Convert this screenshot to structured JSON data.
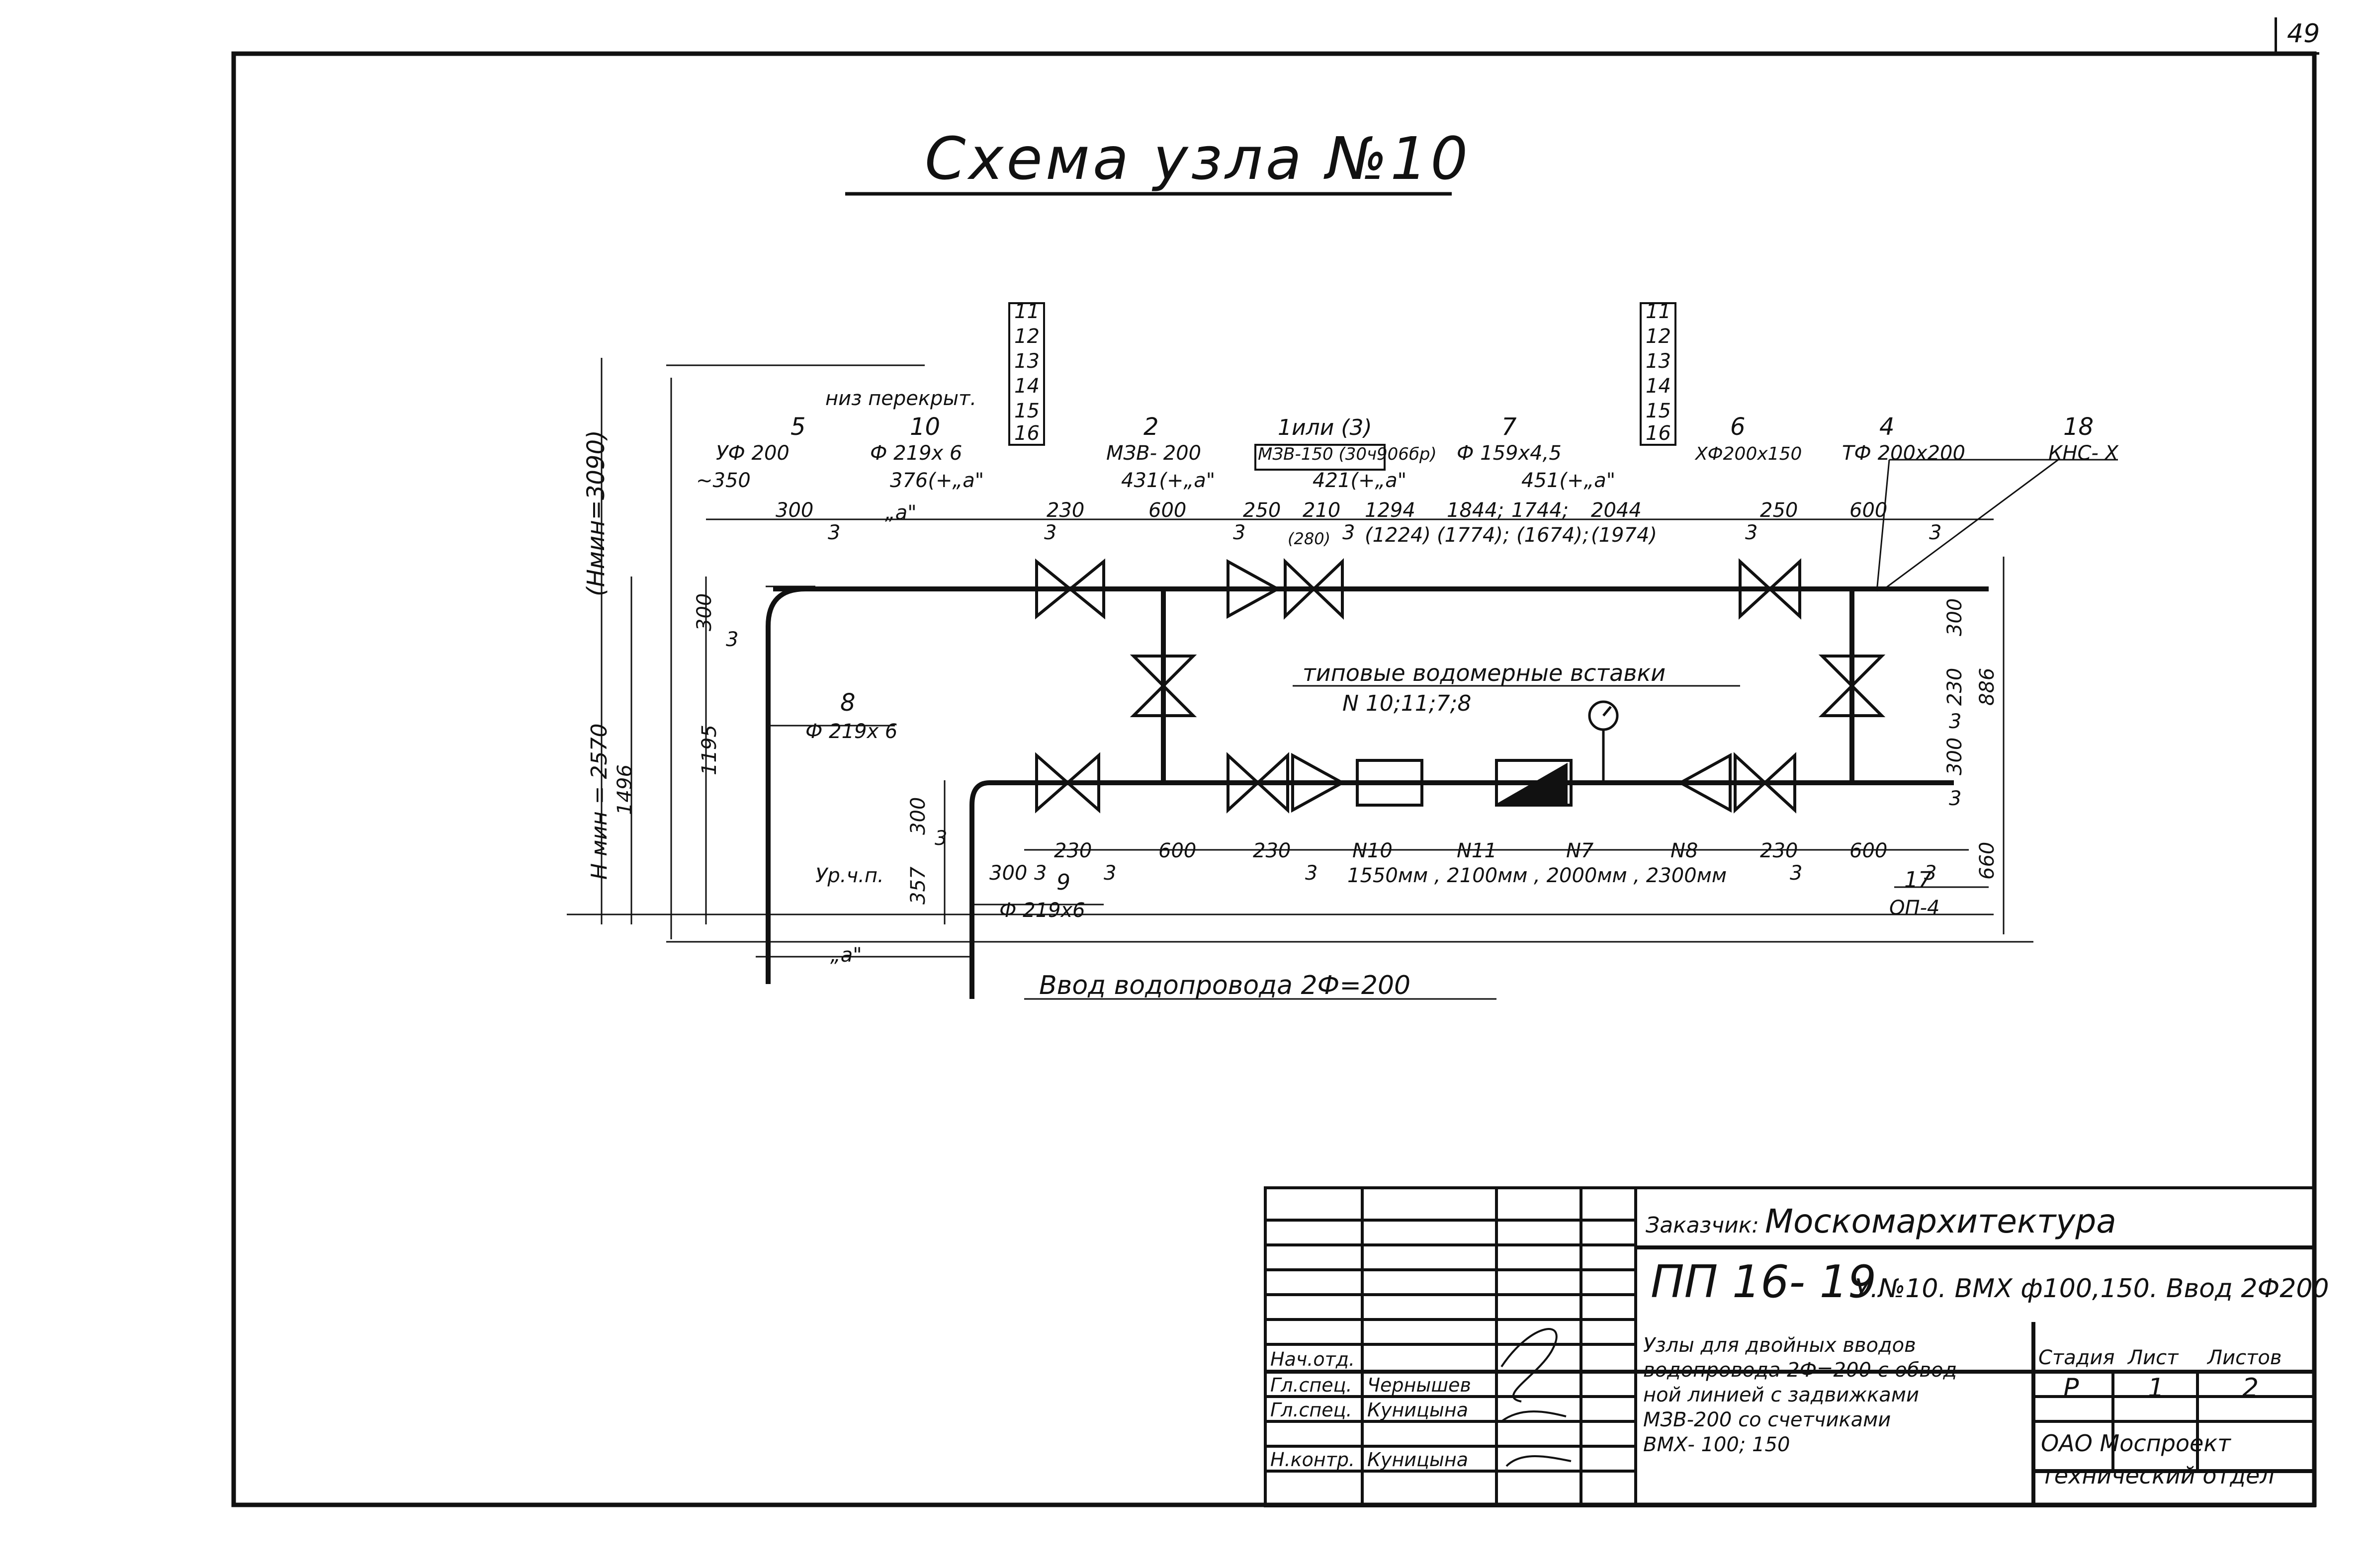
{
  "page_number": "49",
  "title": "Схема узла №10",
  "labels": {
    "nodes": [
      {
        "num": "5",
        "spec": "УФ 200"
      },
      {
        "num": "10",
        "spec": "Ф 219х 6",
        "len": "376(+„а\""
      },
      {
        "num": "2",
        "spec": "МЗВ- 200",
        "len": "431(+„а\""
      },
      {
        "num": "1или (3)",
        "spec": "МЗВ-150 (30ч906бр)",
        "len": "421(+„а\""
      },
      {
        "num": "7",
        "spec": "Ф 159х4,5",
        "len": "451(+„а\""
      },
      {
        "num": "6",
        "spec": "ХФ200х150"
      },
      {
        "num": "4",
        "spec": "ТФ 200х200"
      },
      {
        "num": "18",
        "spec": "КНС- X"
      },
      {
        "num": "8",
        "spec": "Ф 219х 6"
      },
      {
        "num": "9",
        "spec": "Ф 219х6"
      },
      {
        "num": "17",
        "spec": "ОП-4"
      }
    ],
    "stack_left": [
      "11",
      "12",
      "13",
      "14",
      "15",
      "16"
    ],
    "stack_right": [
      "11",
      "12",
      "13",
      "14",
      "15",
      "16"
    ],
    "niz_perekryt": "низ перекрыт.",
    "approx_350": "~350",
    "a_quote": "„а\"",
    "a_quote_bottom": "„а\"",
    "top_dims": [
      "300",
      "3",
      "230",
      "3",
      "600",
      "250",
      "3",
      "210",
      "3",
      "(280)",
      "1294",
      "(1224)",
      "1844;",
      "(1774);",
      "1744;",
      "(1674);",
      "2044",
      "(1974)",
      "250",
      "3",
      "600",
      "3"
    ],
    "bottom_dims": [
      "300",
      "3",
      "230",
      "3",
      "600",
      "230",
      "3",
      "N10",
      "N11",
      "N7",
      "N8",
      "230",
      "3",
      "600",
      "3"
    ],
    "bottom_lengths": "1550мм , 2100мм , 2000мм , 2300мм",
    "meter_label": "типовые водомерные вставки",
    "meter_list": "N 10;11;7;8",
    "left_dims": {
      "hmin3090": "(Hмин=3090)",
      "hmin2570": "Н мин = 2570",
      "d1496": "1496",
      "d1195": "1195",
      "d300": "300",
      "d3": "3"
    },
    "inner_dims": {
      "d300b": "300",
      "d357": "357",
      "d3b": "3"
    },
    "right_dims": [
      "300",
      "230",
      "3",
      "300",
      "886",
      "3",
      "660"
    ],
    "ur_chp": "Ур.ч.п.",
    "vvod": "Ввод водопровода 2Ф=200"
  },
  "title_block": {
    "customer_label": "Заказчик:",
    "customer": "Москомархитектура",
    "code": "ПП 16- 19",
    "code_suffix": "У.№10. ВМХ ф100,150. Ввод 2Ф200",
    "roles": [
      {
        "role": "Нач.отд.",
        "name": ""
      },
      {
        "role": "Гл.спец.",
        "name": "Чернышев"
      },
      {
        "role": "Гл.спец.",
        "name": "Куницына"
      },
      {
        "role": "Н.контр.",
        "name": "Куницына"
      }
    ],
    "description": [
      "Узлы для двойных вводов",
      "водопровода 2Ф=200 с обвод-",
      "ной линией с задвижками",
      "МЗВ-200 со счетчиками",
      "ВМХ- 100; 150"
    ],
    "stage_label": "Стадия",
    "sheet_label": "Лист",
    "sheets_label": "Листов",
    "stage": "Р",
    "sheet": "1",
    "sheets": "2",
    "org": [
      "ОАО Моспроект",
      "технический отдел"
    ]
  }
}
